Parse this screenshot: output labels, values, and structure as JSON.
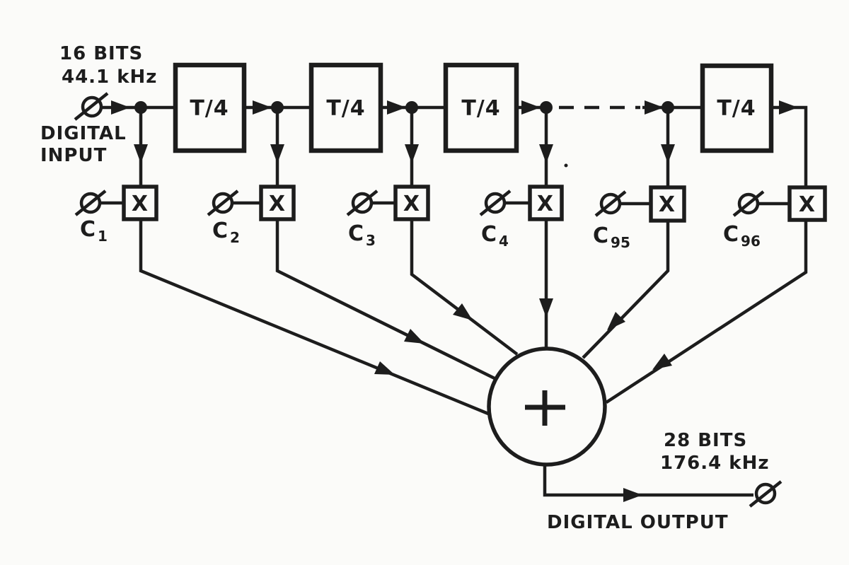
{
  "input": {
    "spec_line1": "16 BITS",
    "spec_line2": "44.1 kHz",
    "label_line1": "DIGITAL",
    "label_line2": "INPUT"
  },
  "output": {
    "spec_line1": "28 BITS",
    "spec_line2": "176.4 kHz",
    "label": "DIGITAL OUTPUT"
  },
  "delay_blocks": [
    {
      "label": "T/4"
    },
    {
      "label": "T/4"
    },
    {
      "label": "T/4"
    },
    {
      "label": "T/4"
    }
  ],
  "multipliers": [
    {
      "label": "X",
      "coeff": {
        "base": "C",
        "sub": "1"
      }
    },
    {
      "label": "X",
      "coeff": {
        "base": "C",
        "sub": "2"
      }
    },
    {
      "label": "X",
      "coeff": {
        "base": "C",
        "sub": "3"
      }
    },
    {
      "label": "X",
      "coeff": {
        "base": "C",
        "sub": "4"
      }
    },
    {
      "label": "X",
      "coeff": {
        "base": "C",
        "sub": "95"
      }
    },
    {
      "label": "X",
      "coeff": {
        "base": "C",
        "sub": "96"
      }
    }
  ],
  "summer": {
    "symbol": "+"
  },
  "icons": {
    "port": "slashed-circle-icon",
    "summer": "plus-icon",
    "arrow": "triangle-arrow-icon",
    "junction": "junction-dot"
  },
  "colors": {
    "ink": "#1d1d1d",
    "paper": "#fbfbf9"
  }
}
